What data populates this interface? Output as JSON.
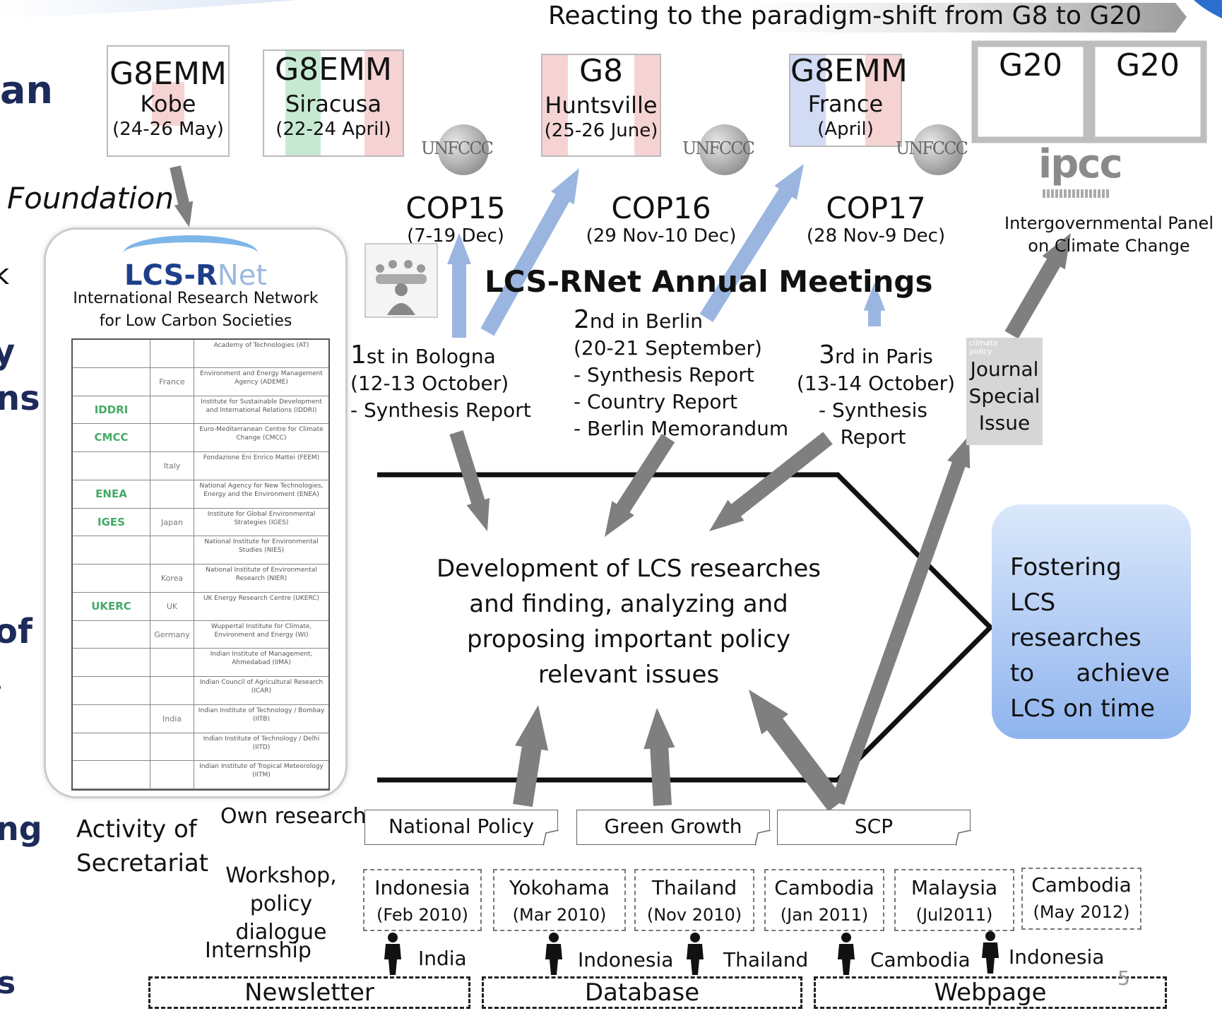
{
  "banner": {
    "text": "Reacting to the paradigm-shift from G8 to G20"
  },
  "left_edge": {
    "an": "an",
    "foundation": "Foundation",
    "k": "k",
    "y": "y",
    "ns": "ns",
    "of": "of",
    "dot": ",",
    "ng": "ng",
    "s": "s"
  },
  "meetings": [
    {
      "title": "G8EMM",
      "place": "Kobe",
      "date": "(24-26 May)"
    },
    {
      "title": "G8EMM",
      "place": "Siracusa",
      "date": "(22-24 April)"
    },
    {
      "title": "G8",
      "place": "Huntsville",
      "date": "(25-26 June)"
    },
    {
      "title": "G8EMM",
      "place": "France",
      "date": "(April)"
    },
    {
      "title": "G20"
    },
    {
      "title": "G20"
    }
  ],
  "unfccc": "UNFCCC",
  "cops": [
    {
      "name": "COP15",
      "date": "(7-19 Dec)"
    },
    {
      "name": "COP16",
      "date": "(29 Nov-10 Dec)"
    },
    {
      "name": "COP17",
      "date": "(28 Nov-9 Dec)"
    }
  ],
  "ipcc": {
    "logo": "ipcc",
    "line1": "Intergovernmental Panel",
    "line2": "on Climate Change"
  },
  "lcs_rnet": {
    "logo_lcs": "LCS-R",
    "logo_net": "Net",
    "line1": "International Research Network",
    "line2": "for Low Carbon Societies",
    "table_rows": [
      {
        "country": "",
        "institute": "Academy of Technologies (AT)"
      },
      {
        "country": "France",
        "institute": "Environment and Energy Management Agency (ADEME)"
      },
      {
        "country": "",
        "institute": "Institute for Sustainable Development and International Relations (IDDRI)"
      },
      {
        "country": "",
        "institute": "Euro-Mediterranean Centre for Climate Change (CMCC)"
      },
      {
        "country": "Italy",
        "institute": "Fondazione Eni Enrico Mattei (FEEM)"
      },
      {
        "country": "",
        "institute": "National Agency for New Technologies, Energy and the Environment (ENEA)"
      },
      {
        "country": "Japan",
        "institute": "Institute for Global Environmental Strategies (IGES)"
      },
      {
        "country": "",
        "institute": "National Institute for Environmental Studies (NIES)"
      },
      {
        "country": "Korea",
        "institute": "National Institute of Environmental Research (NIER)"
      },
      {
        "country": "UK",
        "institute": "UK Energy Research Centre (UKERC)"
      },
      {
        "country": "Germany",
        "institute": "Wuppertal Institute for Climate, Environment and Energy (WI)"
      },
      {
        "country": "",
        "institute": "Indian Institute of Management, Ahmedabad (IIMA)"
      },
      {
        "country": "",
        "institute": "Indian Council of Agricultural Research (ICAR)"
      },
      {
        "country": "India",
        "institute": "Indian Institute of Technology / Bombay (IITB)"
      },
      {
        "country": "",
        "institute": "Indian Institute of Technology / Delhi (IITD)"
      },
      {
        "country": "",
        "institute": "Indian Institute of Tropical Meteorology (IITM)"
      }
    ],
    "table_logos": [
      "",
      "",
      "IDDRI",
      "CMCC",
      "",
      "ENEA",
      "IGES",
      "",
      "",
      "UKERC",
      "",
      "",
      "",
      "",
      "",
      ""
    ]
  },
  "annual_title": "LCS-RNet Annual Meetings",
  "annual": [
    {
      "ord": "1",
      "rest": "st in Bologna",
      "date": "(12-13 October)",
      "items": [
        "- Synthesis Report"
      ]
    },
    {
      "ord": "2",
      "rest": "nd in Berlin",
      "date": "(20-21 September)",
      "items": [
        "- Synthesis Report",
        "- Country Report",
        "- Berlin Memorandum"
      ]
    },
    {
      "ord": "3",
      "rest": "rd in Paris",
      "date": "(13-14 October)",
      "items": [
        "- Synthesis Report"
      ]
    }
  ],
  "journal": {
    "line1": "Journal",
    "line2": "Special",
    "line3": "Issue",
    "cover": "climate policy"
  },
  "center": {
    "line1": "Development of LCS researches",
    "line2": "and finding, analyzing and",
    "line3": "proposing important policy",
    "line4": "relevant issues"
  },
  "fostering": {
    "line1": "Fostering",
    "line2": "LCS",
    "line3": "researches",
    "line4a": "to",
    "line4b": "achieve",
    "line5": "LCS on time"
  },
  "rows": {
    "activity1": "Activity of",
    "activity2": "Secretariat",
    "own_research": "Own research",
    "workshop1": "Workshop,",
    "workshop2": "policy dialogue",
    "internship": "Internship"
  },
  "own_research_notes": [
    "National Policy",
    "Green Growth",
    "SCP"
  ],
  "workshops": [
    {
      "place": "Indonesia",
      "date": "(Feb 2010)"
    },
    {
      "place": "Yokohama",
      "date": "(Mar 2010)"
    },
    {
      "place": "Thailand",
      "date": "(Nov 2010)"
    },
    {
      "place": "Cambodia",
      "date": "(Jan 2011)"
    },
    {
      "place": "Malaysia",
      "date": "(Jul2011)"
    },
    {
      "place": "Cambodia",
      "date": "(May 2012)"
    }
  ],
  "internships": [
    "India",
    "Indonesia",
    "Thailand",
    "Cambodia",
    "Indonesia"
  ],
  "outputs": [
    "Newsletter",
    "Database",
    "Webpage"
  ],
  "page_number": "5",
  "colors": {
    "blue_arrow": "#9ab6e0",
    "grey_arrow": "#7f7f7f",
    "fostering_top": "#dbe8fb",
    "fostering_bottom": "#8fb4ee"
  }
}
